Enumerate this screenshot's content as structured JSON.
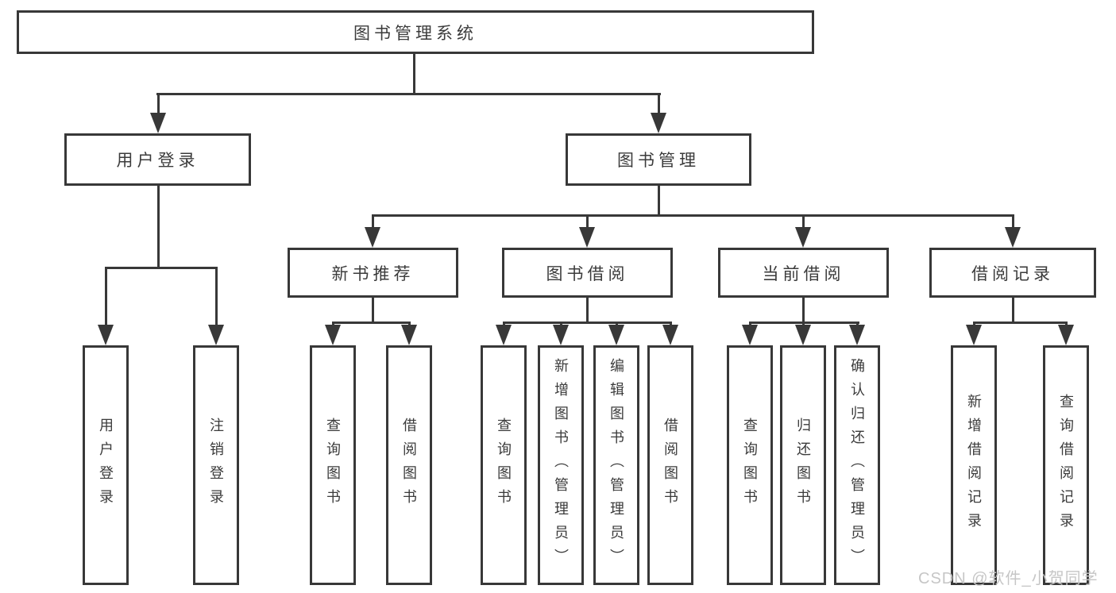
{
  "root": {
    "label": "图书管理系统",
    "children": [
      {
        "label": "用户登录",
        "children": [
          {
            "label": "用户登录"
          },
          {
            "label": "注销登录"
          }
        ]
      },
      {
        "label": "图书管理",
        "children": [
          {
            "label": "新书推荐",
            "children": [
              {
                "label": "查询图书"
              },
              {
                "label": "借阅图书"
              }
            ]
          },
          {
            "label": "图书借阅",
            "children": [
              {
                "label": "查询图书"
              },
              {
                "label": "新增图书（管理员）"
              },
              {
                "label": "编辑图书（管理员）"
              },
              {
                "label": "借阅图书"
              }
            ]
          },
          {
            "label": "当前借阅",
            "children": [
              {
                "label": "查询图书"
              },
              {
                "label": "归还图书"
              },
              {
                "label": "确认归还（管理员）"
              }
            ]
          },
          {
            "label": "借阅记录",
            "children": [
              {
                "label": "新增借阅记录"
              },
              {
                "label": "查询借阅记录"
              }
            ]
          }
        ]
      }
    ]
  },
  "watermark": "CSDN @软件_小贺同学",
  "colors": {
    "line": "#383838",
    "text": "#3b3b3b",
    "watermark": "#c6c6c6",
    "background": "#ffffff"
  }
}
